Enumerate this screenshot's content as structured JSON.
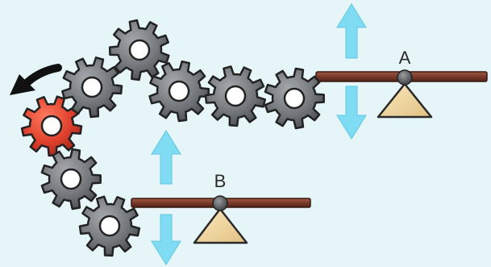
{
  "labels": {
    "a": "A",
    "b": "B"
  },
  "gears": [
    {
      "name": "red-drive-gear",
      "color": "red"
    },
    {
      "name": "gear-lower-1",
      "color": "gray"
    },
    {
      "name": "gear-lower-2",
      "color": "gray"
    },
    {
      "name": "gear-upper-1",
      "color": "gray"
    },
    {
      "name": "gear-upper-2",
      "color": "gray"
    },
    {
      "name": "gear-upper-3",
      "color": "gray"
    },
    {
      "name": "gear-upper-4",
      "color": "gray"
    },
    {
      "name": "gear-upper-5",
      "color": "gray"
    }
  ],
  "icons": [
    "rotation-arrow-icon",
    "up-down-arrow-icon",
    "fulcrum-triangle-icon",
    "pivot-icon"
  ],
  "colors": {
    "background": "#e6f5f8",
    "gear_gray": "#6f7276",
    "gear_red": "#e0412d",
    "beam": "#7a3a2a",
    "fulcrum": "#f3dca4",
    "arrow_cyan": "#7fdcf2",
    "rotation_arrow": "#111111"
  }
}
